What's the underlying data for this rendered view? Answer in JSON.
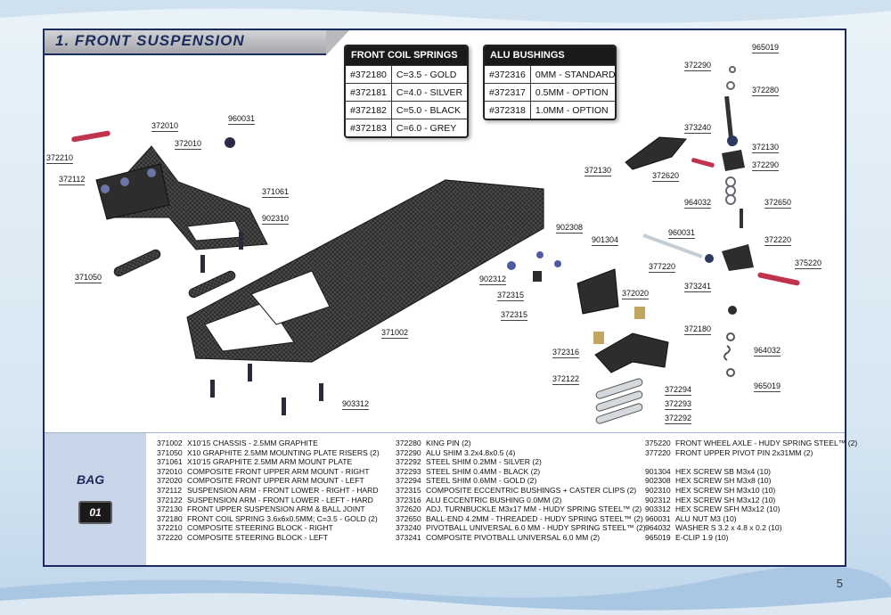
{
  "section": {
    "title": "1.  FRONT SUSPENSION"
  },
  "coil_springs": {
    "header": "FRONT COIL SPRINGS",
    "rows": [
      {
        "part": "#372180",
        "spec": "C=3.5 - GOLD"
      },
      {
        "part": "#372181",
        "spec": "C=4.0 - SILVER"
      },
      {
        "part": "#372182",
        "spec": "C=5.0 - BLACK"
      },
      {
        "part": "#372183",
        "spec": "C=6.0 - GREY"
      }
    ]
  },
  "alu_bushings": {
    "header": "ALU BUSHINGS",
    "rows": [
      {
        "part": "#372316",
        "spec": "0MM - STANDARD"
      },
      {
        "part": "#372317",
        "spec": "0.5MM - OPTION"
      },
      {
        "part": "#372318",
        "spec": "1.0MM - OPTION"
      }
    ]
  },
  "callouts": [
    "965019",
    "372290",
    "372280",
    "373240",
    "372130",
    "372290",
    "964032",
    "372650",
    "960031",
    "372220",
    "375220",
    "373241",
    "372180",
    "964032",
    "965019",
    "372130",
    "372620",
    "902308",
    "901304",
    "902312",
    "377220",
    "372315",
    "372020",
    "372315",
    "372316",
    "372122",
    "372294",
    "372293",
    "372292",
    "371002",
    "903312",
    "371050",
    "902310",
    "371061",
    "960031",
    "372010",
    "372010",
    "372210",
    "372112"
  ],
  "bag": {
    "label": "BAG",
    "number": "01"
  },
  "parts": {
    "col1": [
      {
        "num": "371002",
        "desc": "X10'15 CHASSIS - 2.5MM GRAPHITE"
      },
      {
        "num": "371050",
        "desc": "X10 GRAPHITE 2.5MM MOUNTING PLATE RISERS (2)"
      },
      {
        "num": "371061",
        "desc": "X10'15 GRAPHITE 2.5MM ARM MOUNT PLATE"
      },
      {
        "num": "372010",
        "desc": "COMPOSITE FRONT UPPER ARM MOUNT - RIGHT"
      },
      {
        "num": "372020",
        "desc": "COMPOSITE FRONT UPPER ARM MOUNT - LEFT"
      },
      {
        "num": "372112",
        "desc": "SUSPENSION ARM - FRONT LOWER - RIGHT - HARD"
      },
      {
        "num": "372122",
        "desc": "SUSPENSION ARM - FRONT LOWER - LEFT - HARD"
      },
      {
        "num": "372130",
        "desc": "FRONT UPPER SUSPENSION ARM & BALL JOINT"
      },
      {
        "num": "372180",
        "desc": "FRONT COIL SPRING 3.6x6x0.5MM; C=3.5 - GOLD (2)"
      },
      {
        "num": "372210",
        "desc": "COMPOSITE STEERING BLOCK - RIGHT"
      },
      {
        "num": "372220",
        "desc": "COMPOSITE STEERING BLOCK - LEFT"
      }
    ],
    "col2": [
      {
        "num": "372280",
        "desc": "KING PIN (2)"
      },
      {
        "num": "372290",
        "desc": "ALU SHIM 3.2x4.8x0.5 (4)"
      },
      {
        "num": "372292",
        "desc": "STEEL SHIM 0.2MM - SILVER (2)"
      },
      {
        "num": "372293",
        "desc": "STEEL SHIM 0.4MM - BLACK (2)"
      },
      {
        "num": "372294",
        "desc": "STEEL SHIM 0.6MM - GOLD (2)"
      },
      {
        "num": "372315",
        "desc": "COMPOSITE ECCENTRIC BUSHINGS + CASTER CLIPS (2)"
      },
      {
        "num": "372316",
        "desc": "ALU ECCENTRIC BUSHING 0.0MM (2)"
      },
      {
        "num": "372620",
        "desc": "ADJ. TURNBUCKLE M3x17 MM - HUDY SPRING STEEL™ (2)"
      },
      {
        "num": "372650",
        "desc": "BALL-END 4.2MM - THREADED - HUDY SPRING STEEL™ (2)"
      },
      {
        "num": "373240",
        "desc": "PIVOTBALL UNIVERSAL 6.0 MM - HUDY SPRING STEEL™ (2)"
      },
      {
        "num": "373241",
        "desc": "COMPOSITE PIVOTBALL UNIVERSAL 6.0 MM (2)"
      }
    ],
    "col3": [
      {
        "num": "375220",
        "desc": "FRONT WHEEL AXLE - HUDY SPRING STEEL™ (2)"
      },
      {
        "num": "377220",
        "desc": "FRONT UPPER PIVOT PIN 2x31MM (2)"
      },
      {
        "num": "",
        "desc": ""
      },
      {
        "num": "901304",
        "desc": "HEX SCREW SB M3x4  (10)"
      },
      {
        "num": "902308",
        "desc": "HEX SCREW SH M3x8  (10)"
      },
      {
        "num": "902310",
        "desc": "HEX SCREW SH M3x10  (10)"
      },
      {
        "num": "902312",
        "desc": "HEX SCREW SH M3x12  (10)"
      },
      {
        "num": "903312",
        "desc": "HEX SCREW SFH M3x12  (10)"
      },
      {
        "num": "960031",
        "desc": "ALU NUT M3  (10)"
      },
      {
        "num": "964032",
        "desc": "WASHER S 3.2 x 4.8 x 0.2  (10)"
      },
      {
        "num": "965019",
        "desc": "E-CLIP 1.9  (10)"
      }
    ]
  },
  "page": {
    "number": "5"
  },
  "colors": {
    "navy": "#1b2b5c",
    "band": "#c9d6ea",
    "graphite": "#3a3a3a",
    "accent_red": "#c0334d"
  }
}
